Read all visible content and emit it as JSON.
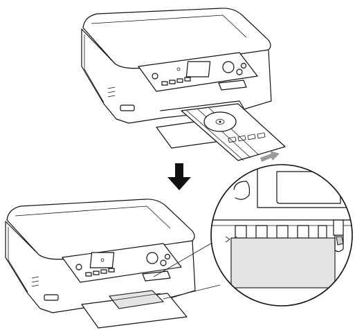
{
  "figure": {
    "step_arrow_color": "#111111",
    "insert_arrow_color": "#9a9a9a",
    "tray_fill_color": "#e4e4e4",
    "line_color": "#111111",
    "icons": [
      "printer-top",
      "cd-tray",
      "cd-disc",
      "down-arrow",
      "printer-bottom",
      "zoom-magnifier-circle"
    ]
  }
}
